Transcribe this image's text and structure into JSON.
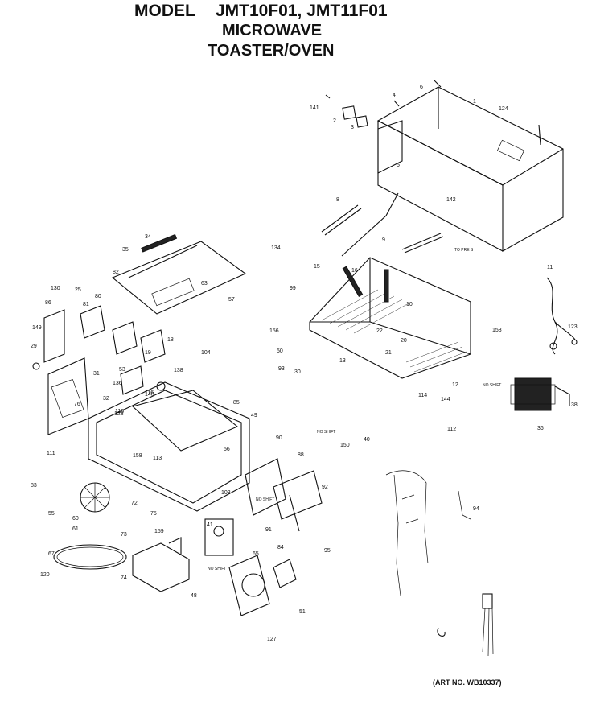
{
  "header": {
    "model_label": "MODEL",
    "model_numbers": "JMT10F01, JMT11F01",
    "subtitle_line1": "MICROWAVE",
    "subtitle_line2": "TOASTER/OVEN"
  },
  "footer": {
    "art_number": "(ART NO. WB10337)"
  },
  "callouts": [
    {
      "id": "c1",
      "text": "1"
    },
    {
      "id": "c2",
      "text": "2"
    },
    {
      "id": "c3",
      "text": "3"
    },
    {
      "id": "c4",
      "text": "4"
    },
    {
      "id": "c5",
      "text": "5"
    },
    {
      "id": "c6",
      "text": "6"
    },
    {
      "id": "c7",
      "text": "8"
    },
    {
      "id": "c8",
      "text": "9"
    },
    {
      "id": "c9",
      "text": "10"
    },
    {
      "id": "c10",
      "text": "11"
    },
    {
      "id": "c11",
      "text": "12"
    },
    {
      "id": "c12",
      "text": "13"
    },
    {
      "id": "c13",
      "text": "15"
    },
    {
      "id": "c14",
      "text": "16"
    },
    {
      "id": "c15",
      "text": "18"
    },
    {
      "id": "c16",
      "text": "19"
    },
    {
      "id": "c17",
      "text": "20"
    },
    {
      "id": "c18",
      "text": "21"
    },
    {
      "id": "c19",
      "text": "22"
    },
    {
      "id": "c20",
      "text": "25"
    },
    {
      "id": "c21",
      "text": "29"
    },
    {
      "id": "c22",
      "text": "30"
    },
    {
      "id": "c23",
      "text": "31"
    },
    {
      "id": "c24",
      "text": "32"
    },
    {
      "id": "c25",
      "text": "34"
    },
    {
      "id": "c26",
      "text": "35"
    },
    {
      "id": "c27",
      "text": "36"
    },
    {
      "id": "c28",
      "text": "38"
    },
    {
      "id": "c29",
      "text": "40"
    },
    {
      "id": "c30",
      "text": "41"
    },
    {
      "id": "c31",
      "text": "48"
    },
    {
      "id": "c32",
      "text": "49"
    },
    {
      "id": "c33",
      "text": "50"
    },
    {
      "id": "c34",
      "text": "51"
    },
    {
      "id": "c35",
      "text": "53"
    },
    {
      "id": "c36",
      "text": "55"
    },
    {
      "id": "c37",
      "text": "56"
    },
    {
      "id": "c38",
      "text": "57"
    },
    {
      "id": "c39",
      "text": "60"
    },
    {
      "id": "c40",
      "text": "61"
    },
    {
      "id": "c41",
      "text": "63"
    },
    {
      "id": "c42",
      "text": "65"
    },
    {
      "id": "c43",
      "text": "67"
    },
    {
      "id": "c44",
      "text": "72"
    },
    {
      "id": "c45",
      "text": "73"
    },
    {
      "id": "c46",
      "text": "74"
    },
    {
      "id": "c47",
      "text": "75"
    },
    {
      "id": "c48",
      "text": "76"
    },
    {
      "id": "c49",
      "text": "80"
    },
    {
      "id": "c50",
      "text": "81"
    },
    {
      "id": "c51",
      "text": "82"
    },
    {
      "id": "c52",
      "text": "83"
    },
    {
      "id": "c53",
      "text": "84"
    },
    {
      "id": "c54",
      "text": "85"
    },
    {
      "id": "c55",
      "text": "86"
    },
    {
      "id": "c56",
      "text": "88"
    },
    {
      "id": "c57",
      "text": "90"
    },
    {
      "id": "c58",
      "text": "91"
    },
    {
      "id": "c59",
      "text": "92"
    },
    {
      "id": "c60",
      "text": "93"
    },
    {
      "id": "c61",
      "text": "94"
    },
    {
      "id": "c62",
      "text": "95"
    },
    {
      "id": "c63",
      "text": "99"
    },
    {
      "id": "c64",
      "text": "103"
    },
    {
      "id": "c65",
      "text": "104"
    },
    {
      "id": "c66",
      "text": "110"
    },
    {
      "id": "c67",
      "text": "111"
    },
    {
      "id": "c68",
      "text": "112"
    },
    {
      "id": "c69",
      "text": "113"
    },
    {
      "id": "c70",
      "text": "114"
    },
    {
      "id": "c71",
      "text": "116"
    },
    {
      "id": "c72",
      "text": "120"
    },
    {
      "id": "c73",
      "text": "123"
    },
    {
      "id": "c74",
      "text": "124"
    },
    {
      "id": "c75",
      "text": "127"
    },
    {
      "id": "c76",
      "text": "128"
    },
    {
      "id": "c77",
      "text": "130"
    },
    {
      "id": "c78",
      "text": "134"
    },
    {
      "id": "c79",
      "text": "136"
    },
    {
      "id": "c80",
      "text": "138"
    },
    {
      "id": "c81",
      "text": "141"
    },
    {
      "id": "c82",
      "text": "142"
    },
    {
      "id": "c83",
      "text": "144"
    },
    {
      "id": "c84",
      "text": "146"
    },
    {
      "id": "c85",
      "text": "149"
    },
    {
      "id": "c86",
      "text": "150"
    },
    {
      "id": "c87",
      "text": "153"
    },
    {
      "id": "c88",
      "text": "156"
    },
    {
      "id": "c89",
      "text": "158"
    },
    {
      "id": "c90",
      "text": "159"
    }
  ],
  "annotations": [
    {
      "id": "a1",
      "text": "NO SHIFT"
    },
    {
      "id": "a2",
      "text": "NO SHIFT"
    },
    {
      "id": "a3",
      "text": "NO SHIFT"
    },
    {
      "id": "a4",
      "text": "NO SHIFT"
    },
    {
      "id": "a5",
      "text": "TO PRE S"
    }
  ]
}
